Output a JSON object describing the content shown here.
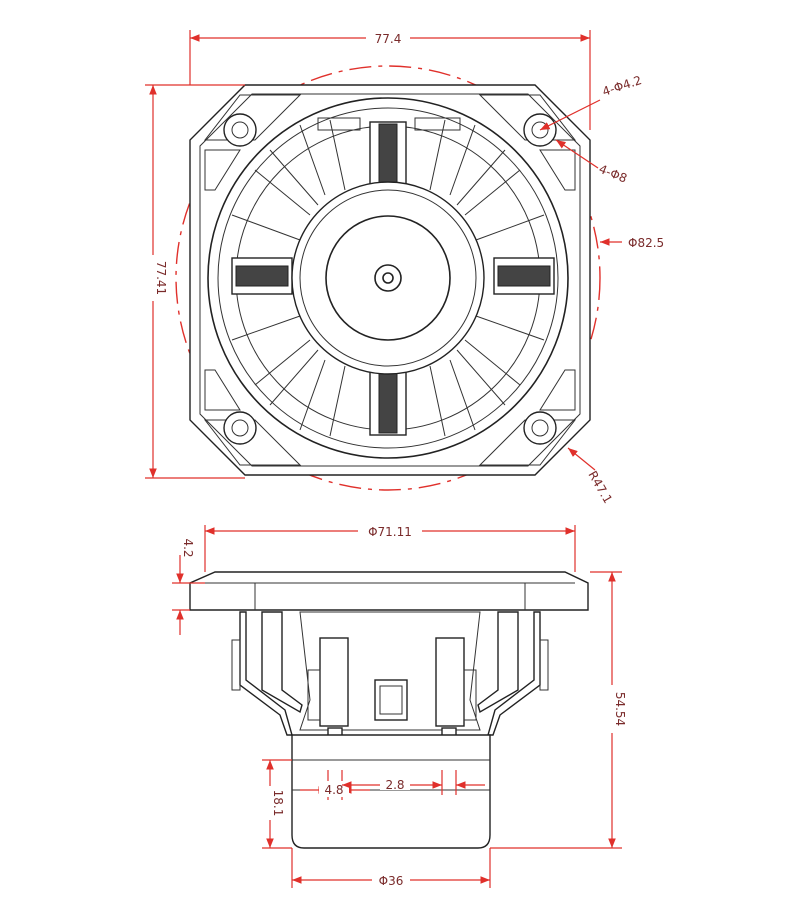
{
  "dimensions": {
    "top_width": "77.4",
    "top_height": "77.41",
    "hole_dia": "4-Φ4.2",
    "hole_dia_2": "4-Φ8",
    "bolt_circle": "Φ82.5",
    "corner_radius": "R47.1",
    "frame_dia": "Φ71.11",
    "flange_thickness": "4.2",
    "total_depth": "54.54",
    "terminal_width_a": "4.8",
    "terminal_width_b": "2.8",
    "magnet_height": "18.1",
    "magnet_dia": "Φ36"
  },
  "colors": {
    "dimension": "#e0302b",
    "dimension_text": "#7a2b2b",
    "outline": "#222222"
  }
}
